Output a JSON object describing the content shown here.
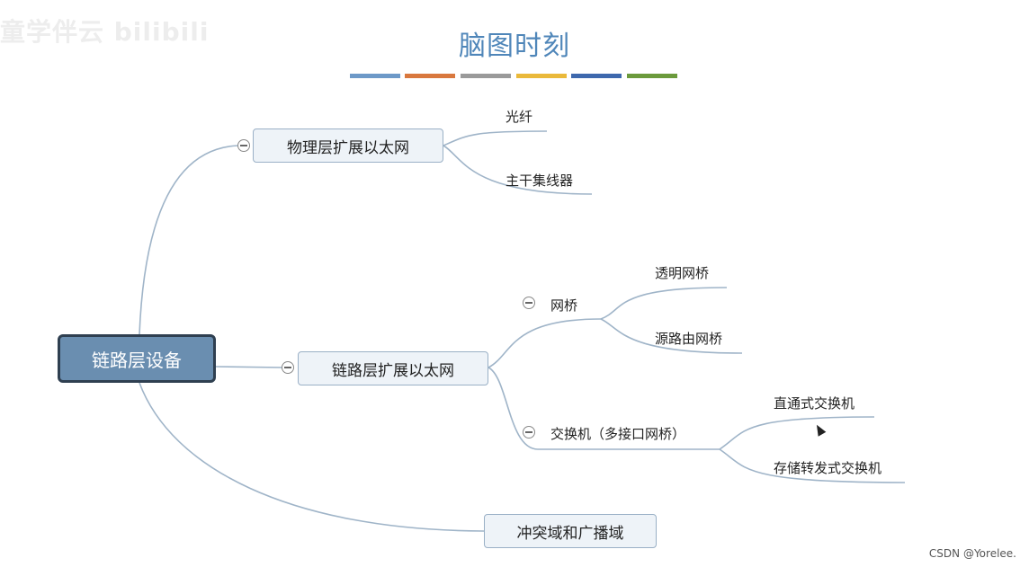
{
  "watermark": "童学伴云 bilibili",
  "title": "脑图时刻",
  "title_bar_colors": [
    "#6d99c8",
    "#d9783e",
    "#9a9a9a",
    "#eab93a",
    "#3e68ad",
    "#6b9a3c"
  ],
  "root": {
    "label": "链路层设备"
  },
  "branches": {
    "physical": {
      "label": "物理层扩展以太网",
      "children": [
        "光纤",
        "主干集线器"
      ]
    },
    "link": {
      "label": "链路层扩展以太网",
      "bridge": {
        "label": "网桥",
        "children": [
          "透明网桥",
          "源路由网桥"
        ]
      },
      "switch": {
        "label": "交换机（多接口网桥）",
        "children": [
          "直通式交换机",
          "存储转发式交换机"
        ]
      }
    },
    "domain": {
      "label": "冲突域和广播域"
    }
  },
  "credit": "CSDN @Yorelee."
}
